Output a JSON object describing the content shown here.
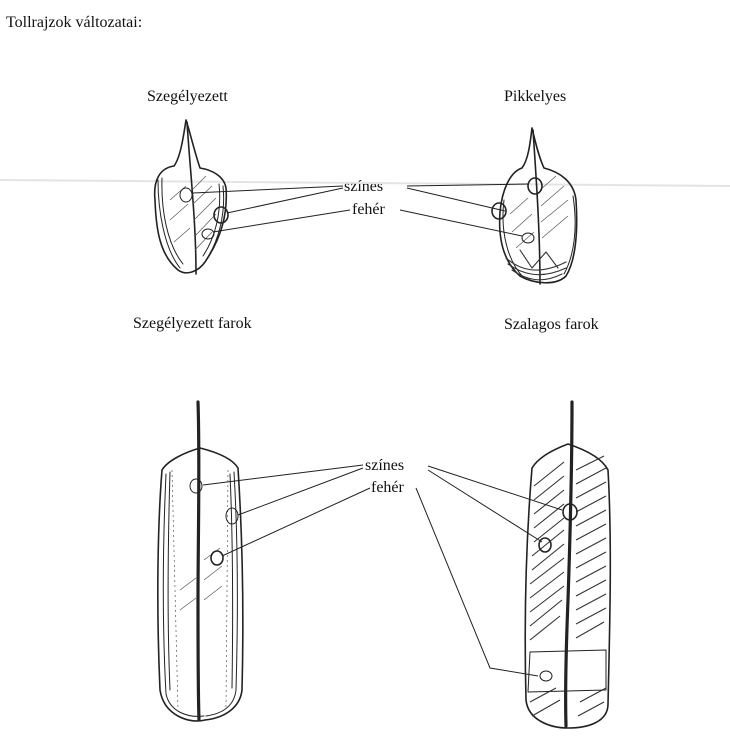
{
  "page_title": "Tollrajzok változatai:",
  "feathers": [
    {
      "id": "edged",
      "title": "Szegélyezett"
    },
    {
      "id": "scaled",
      "title": "Pikkelyes"
    },
    {
      "id": "edged-tail",
      "title": "Szegélyezett farok"
    },
    {
      "id": "banded-tail",
      "title": "Szalagos farok"
    }
  ],
  "callouts": {
    "top": {
      "colored": "színes",
      "white": "fehér"
    },
    "bottom": {
      "colored": "színes",
      "white": "fehér"
    }
  }
}
